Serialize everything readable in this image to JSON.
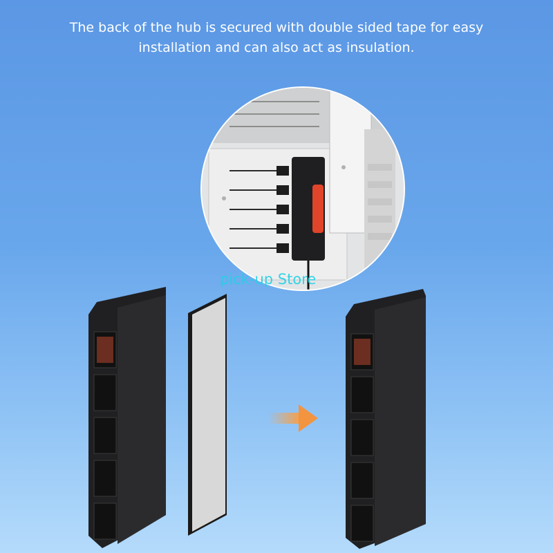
{
  "caption": {
    "line1": "The back of the hub is secured with double sided tape for easy",
    "line2": "installation and can also act as insulation."
  },
  "watermark": "pick-up Store",
  "colors": {
    "background_top": "#5b97e4",
    "background_bottom": "#b5dbfb",
    "hub_body": "#1e1e20",
    "hub_accent": "#e0442a",
    "tape_face": "#d8d8d8",
    "arrow": "#f5a04a",
    "watermark": "#22d2e6"
  },
  "icons": {
    "arrow": "right-arrow-icon"
  }
}
